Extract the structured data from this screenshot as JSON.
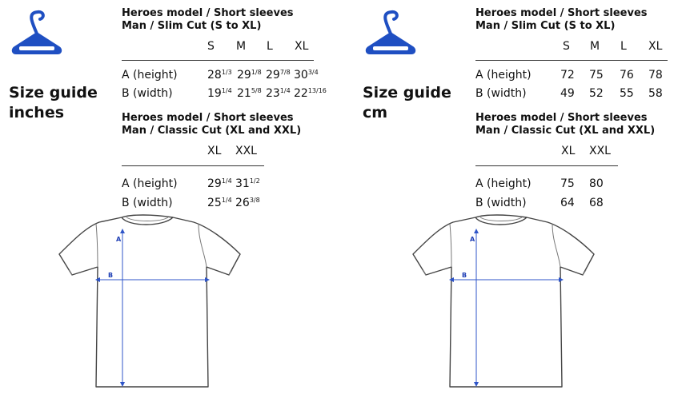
{
  "inches": {
    "title_line1": "Size guide",
    "title_line2": "inches",
    "slim": {
      "title_line1": "Heroes model / Short sleeves",
      "title_line2": "Man / Slim Cut (S to XL)",
      "headers": [
        "S",
        "M",
        "L",
        "XL"
      ],
      "rows": [
        {
          "label": "A (height)",
          "values": [
            {
              "whole": "28",
              "frac": "1/3"
            },
            {
              "whole": "29",
              "frac": "1/8"
            },
            {
              "whole": "29",
              "frac": "7/8"
            },
            {
              "whole": "30",
              "frac": "3/4"
            }
          ]
        },
        {
          "label": "B (width)",
          "values": [
            {
              "whole": "19",
              "frac": "1/4"
            },
            {
              "whole": "21",
              "frac": "5/8"
            },
            {
              "whole": "23",
              "frac": "1/4"
            },
            {
              "whole": "22",
              "frac": "13/16"
            }
          ]
        }
      ]
    },
    "classic": {
      "title_line1": "Heroes model / Short sleeves",
      "title_line2": "Man / Classic Cut (XL and XXL)",
      "headers": [
        "XL",
        "XXL"
      ],
      "rows": [
        {
          "label": "A (height)",
          "values": [
            {
              "whole": "29",
              "frac": "1/4"
            },
            {
              "whole": "31",
              "frac": "1/2"
            }
          ]
        },
        {
          "label": "B (width)",
          "values": [
            {
              "whole": "25",
              "frac": "1/4"
            },
            {
              "whole": "26",
              "frac": "3/8"
            }
          ]
        }
      ]
    },
    "diagram": {
      "label_a": "A",
      "label_b": "B"
    }
  },
  "cm": {
    "title_line1": "Size guide",
    "title_line2": "cm",
    "slim": {
      "title_line1": "Heroes model / Short sleeves",
      "title_line2": "Man / Slim Cut (S to XL)",
      "headers": [
        "S",
        "M",
        "L",
        "XL"
      ],
      "rows": [
        {
          "label": "A (height)",
          "values": [
            {
              "whole": "72",
              "frac": ""
            },
            {
              "whole": "75",
              "frac": ""
            },
            {
              "whole": "76",
              "frac": ""
            },
            {
              "whole": "78",
              "frac": ""
            }
          ]
        },
        {
          "label": "B (width)",
          "values": [
            {
              "whole": "49",
              "frac": ""
            },
            {
              "whole": "52",
              "frac": ""
            },
            {
              "whole": "55",
              "frac": ""
            },
            {
              "whole": "58",
              "frac": ""
            }
          ]
        }
      ]
    },
    "classic": {
      "title_line1": "Heroes model / Short sleeves",
      "title_line2": "Man / Classic Cut (XL and XXL)",
      "headers": [
        "XL",
        "XXL"
      ],
      "rows": [
        {
          "label": "A (height)",
          "values": [
            {
              "whole": "75",
              "frac": ""
            },
            {
              "whole": "80",
              "frac": ""
            }
          ]
        },
        {
          "label": "B (width)",
          "values": [
            {
              "whole": "64",
              "frac": ""
            },
            {
              "whole": "68",
              "frac": ""
            }
          ]
        }
      ]
    },
    "diagram": {
      "label_a": "A",
      "label_b": "B"
    }
  },
  "colors": {
    "hanger": "#1f4fc2",
    "dimension_lines": "#2f55c8",
    "shirt_outline": "#444444"
  },
  "icons": {
    "hanger": "hanger-icon",
    "shirt": "tshirt-outline-icon"
  }
}
